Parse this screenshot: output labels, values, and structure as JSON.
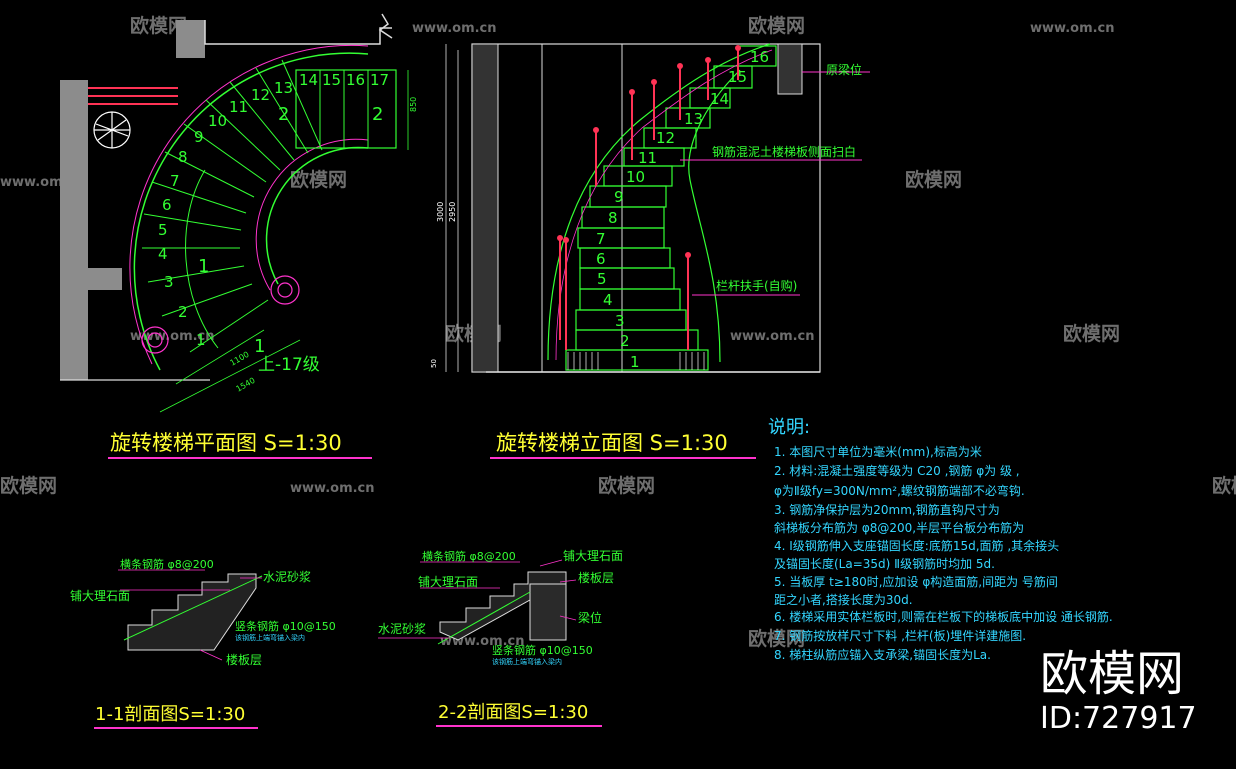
{
  "watermark": {
    "url": "www.om.cn",
    "brand": "欧模网"
  },
  "plan": {
    "title": "旋转楼梯平面图 S=1:30",
    "step_numbers": [
      "1",
      "2",
      "3",
      "4",
      "5",
      "6",
      "7",
      "8",
      "9",
      "10",
      "11",
      "12",
      "13",
      "14",
      "15",
      "16",
      "17"
    ],
    "up_label": "上-17级",
    "dim_1100": "1100",
    "dim_1540": "1540",
    "dim_850": "850",
    "section_mark_1": "1",
    "section_mark_2": "2"
  },
  "elevation": {
    "title": "旋转楼梯立面图 S=1:30",
    "step_numbers": [
      "1",
      "2",
      "3",
      "4",
      "5",
      "6",
      "7",
      "8",
      "9",
      "10",
      "11",
      "12",
      "13",
      "14",
      "15",
      "16"
    ],
    "note_beam": "原梁位",
    "note_skirting": "钢筋混泥土楼梯板侧面扫白",
    "note_handrail": "栏杆扶手(自购)",
    "dim_3000": "3000",
    "dim_2950": "2950",
    "dim_50": "50"
  },
  "section_11": {
    "title": "1-1剖面图S=1:30",
    "lbl_rebar_h": "横条钢筋 φ8@200",
    "lbl_cement": "水泥砂浆",
    "lbl_marble": "铺大理石面",
    "lbl_rebar_v": "竖条钢筋 φ10@150",
    "lbl_rebar_v_note": "该钢筋上端弯锚入梁内",
    "lbl_slab": "楼板层"
  },
  "section_22": {
    "title": "2-2剖面图S=1:30",
    "lbl_rebar_h": "横条钢筋 φ8@200",
    "lbl_marble_top": "铺大理石面",
    "lbl_marble": "铺大理石面",
    "lbl_slab": "楼板层",
    "lbl_beam": "梁位",
    "lbl_cement": "水泥砂浆",
    "lbl_rebar_v": "竖条钢筋 φ10@150",
    "lbl_rebar_v_note": "该钢筋上端弯锚入梁内"
  },
  "notes": {
    "heading": "说明:",
    "lines": [
      "1. 本图尺寸单位为毫米(mm),标高为米",
      "2. 材料:混凝土强度等级为 C20 ,钢筋 φ为  级 ,",
      "    φ为Ⅱ级fy=300N/mm²,螺纹钢筋端部不必弯钩.",
      "3. 钢筋净保护层为20mm,钢筋直钩尺寸为",
      "    斜梯板分布筋为 φ8@200,半层平台板分布筋为",
      "4. Ⅰ级钢筋伸入支座锚固长度:底筋15d,面筋   ,其余接头",
      "    及锚固长度(La=35d) Ⅱ级钢筋时均加 5d.",
      "5. 当板厚 t≥180时,应加设 φ构造面筋,间距为       号筋间",
      "    距之小者,搭接长度为30d.",
      "6. 楼梯采用实体栏板时,则需在栏板下的梯板底中加设     通长钢筋.",
      "7. 钢筋按放样尺寸下料 ,栏杆(板)埋件详建施图.",
      "8. 梯柱纵筋应锚入支承梁,锚固长度为La."
    ]
  },
  "brand_block": {
    "name": "欧模网",
    "id": "ID:727917"
  },
  "colors": {
    "line_green": "#33ff33",
    "line_magenta": "#ff33cc",
    "text_cyan": "#33d6ff",
    "text_yellow": "#ffff33",
    "wall_gray": "#8c8c8c",
    "watermark": "#6e6e6e"
  }
}
